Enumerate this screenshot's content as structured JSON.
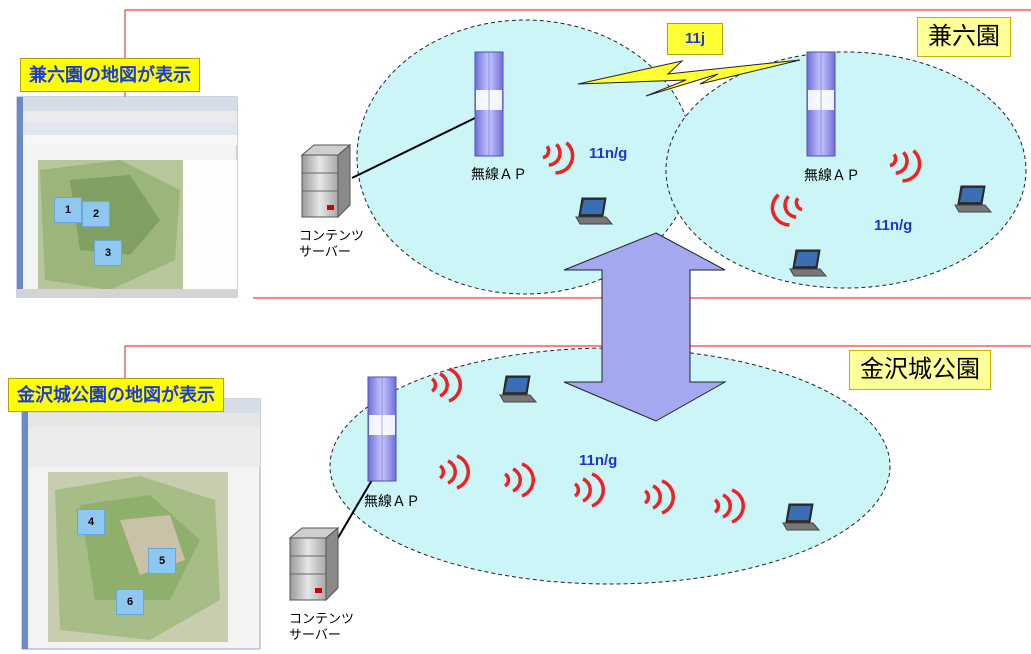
{
  "regions": {
    "kenrokuen": {
      "label": "兼六園"
    },
    "kanazawa": {
      "label": "金沢城公園"
    }
  },
  "captions": {
    "kenrokuen_map": "兼六園の地図が表示",
    "kanazawa_map": "金沢城公園の地図が表示"
  },
  "link": {
    "label": "11j"
  },
  "ap_label": "無線ＡＰ",
  "band_label": "11n/g",
  "server": {
    "line1": "コンテンツ",
    "line2": "サーバー"
  },
  "map_markers": {
    "kenrokuen": [
      "1",
      "2",
      "3"
    ],
    "kanazawa": [
      "4",
      "5",
      "6"
    ]
  },
  "colors": {
    "region_line": "#e8413c",
    "cell_fill": "#ccf5f7",
    "arrow_fill": "#a3a8f0",
    "wave": "#ee2222",
    "lightning": "#ffff33",
    "label_bg": "#ffff99"
  }
}
